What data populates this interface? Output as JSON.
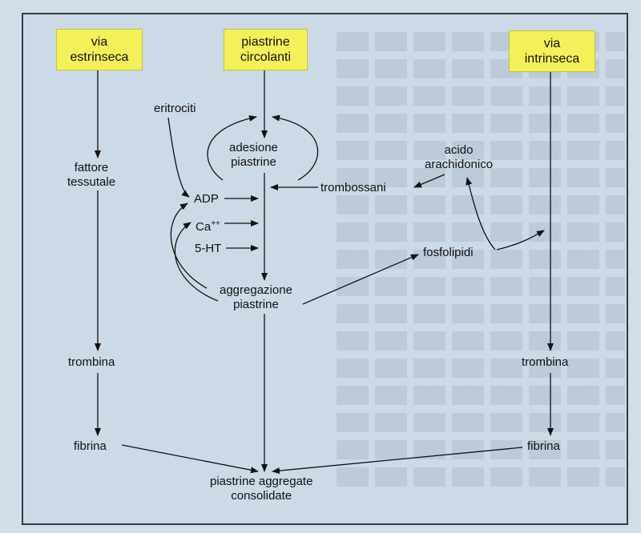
{
  "boxes": {
    "via_estrinseca": [
      "via",
      "estrinseca"
    ],
    "piastrine_circolanti": [
      "piastrine",
      "circolanti"
    ],
    "via_intrinseca": [
      "via",
      "intrinseca"
    ]
  },
  "nodes": {
    "eritrociti": "eritrociti",
    "adesione": [
      "adesione",
      "piastrine"
    ],
    "fattore": [
      "fattore",
      "tessutale"
    ],
    "acido": [
      "acido",
      "arachidonico"
    ],
    "trombossani": "trombossani",
    "adp": "ADP",
    "ca_base": "Ca",
    "ca_sup": "++",
    "ht": "5-HT",
    "fosfolipidi": "fosfolipidi",
    "aggregazione": [
      "aggregazione",
      "piastrine"
    ],
    "trombina_left": "trombina",
    "trombina_right": "trombina",
    "fibrina_left": "fibrina",
    "fibrina_right": "fibrina",
    "consolidate": [
      "piastrine aggregate",
      "consolidate"
    ]
  },
  "colors": {
    "box_fill": "#f4f05a",
    "arrow": "#111111",
    "panel": "#ccd9e6"
  }
}
